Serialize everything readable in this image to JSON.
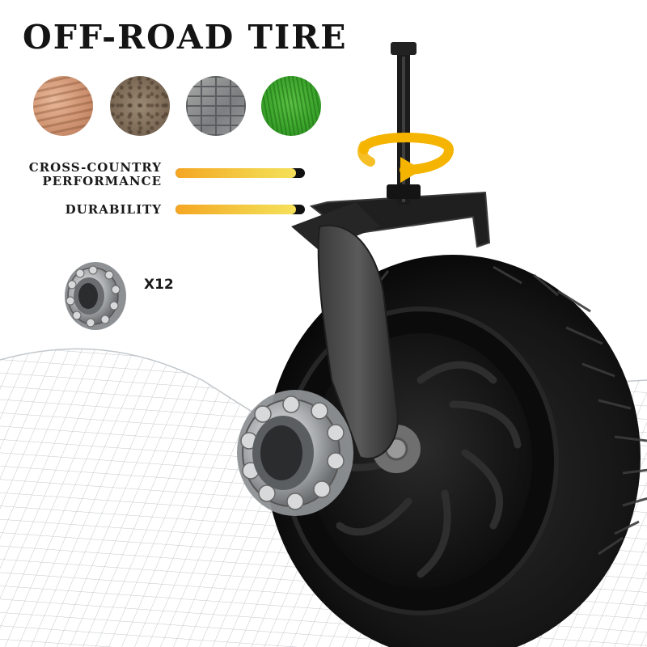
{
  "title": "OFF-ROAD TIRE",
  "terrains": [
    {
      "name": "wood-icon"
    },
    {
      "name": "soil-icon"
    },
    {
      "name": "brick-icon"
    },
    {
      "name": "grass-icon"
    }
  ],
  "metrics": [
    {
      "line1": "CROSS-COUNTRY",
      "line2": "PERFORMANCE",
      "level": 0.93
    },
    {
      "line1": "DURABILITY",
      "level": 0.93
    }
  ],
  "bearing": {
    "count_label": "X12"
  },
  "colors": {
    "title": "#141414",
    "bar_start": "#f5a623",
    "bar_end": "#f6e05a",
    "bar_track": "#111111",
    "rotate_arrow": "#f4b400"
  }
}
